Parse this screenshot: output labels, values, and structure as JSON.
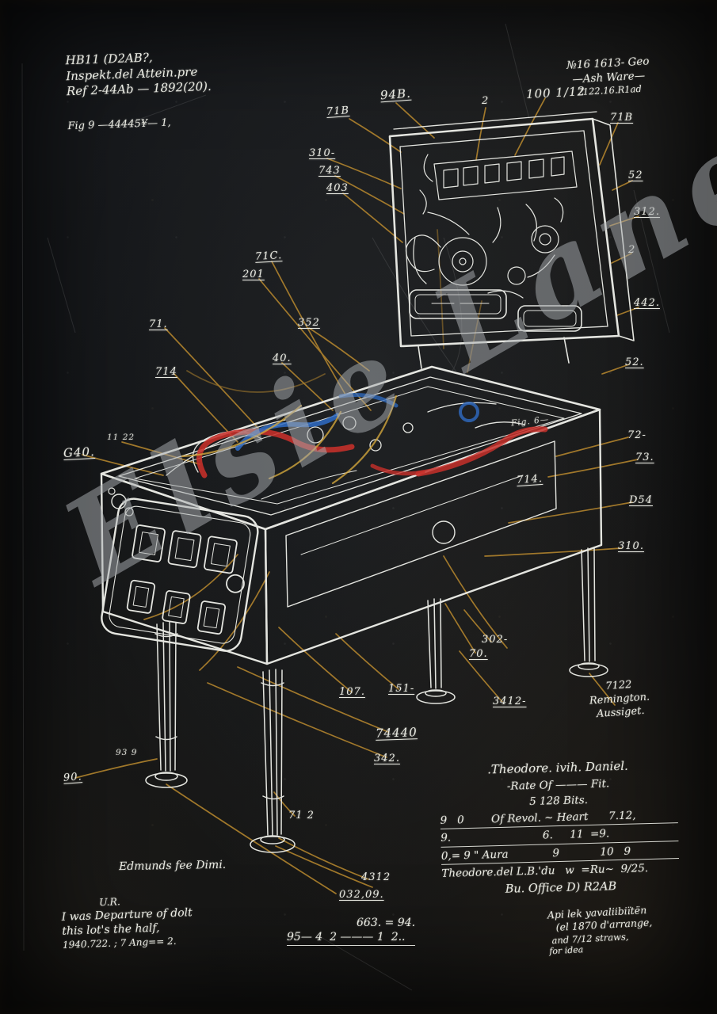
{
  "poster": {
    "title": "Pinball machine patent drawing",
    "watermark": "Elsie Lane",
    "colors": {
      "background": "#14161a",
      "ink": "#edeee8",
      "leader_gold": "#b9892e",
      "accent_red": "#c7302a",
      "accent_blue": "#2f6cc4",
      "accent_yellow": "#d2a63c",
      "watermark_gray": "#a8adb0"
    }
  },
  "blocks": {
    "top_left": {
      "l1": "HB11 (D2AB?,",
      "l2": "Inspekt.del Attein.pre",
      "l3": "Ref 2-44Ab — 1892(20).",
      "fig": "Fig 9 —44445¥— 1,"
    },
    "top_right": {
      "l1": "№16 1613- Geo",
      "l2": "—Ash Ware—",
      "l3": "7122.16.R1ad"
    },
    "mid_right": {
      "l1": "7122",
      "l2": "Remington.",
      "l3": "Aussiget."
    },
    "signature": {
      "l1": ".Theodore. ivih. Daniel.",
      "l2": "-Rate Of ——— Fit.",
      "l3": "5 128 Bits.",
      "l4": "9   0        Of Revol. ~ Heart      7.12,",
      "l5": "9.                           6.     11  =9.",
      "l6": "0,= 9 \" Aura             9            10   9",
      "l7": "Theodore.del L.B.'du   w  =Ru~  9/25.",
      "l8": "Bu. Office D) R2AB"
    },
    "bottom_left": {
      "small": "U.R.",
      "l1": "I was Departure of dolt",
      "l2": "this lot's the half,",
      "l3": "1940.722. ; 7 Ang== 2."
    },
    "bottom_center": {
      "l1": "663. = 94.",
      "l2": "95— 4  2 ——— 1  2.."
    },
    "bottom_right": {
      "l1": "Api lek yavaliibiïtën",
      "l2": "(el 1870 d'arrange,",
      "l3": "and 7/12 straws,",
      "l4": "for idea"
    },
    "left_caption": "Edmunds fee Dimi."
  },
  "callouts": [
    "94B.",
    "2",
    "100 1/12",
    "71B",
    "71B",
    "310-",
    "743",
    "403",
    "52",
    "312.",
    "2",
    "442.",
    "52.",
    "71C.",
    "201",
    "71.",
    "352",
    "40.",
    "714",
    "11 22",
    "G40.",
    "72-",
    "73.",
    "D54",
    "310.",
    "Fig. 6—",
    "714.",
    "70.",
    "107.",
    "151-",
    "3412-",
    "74440",
    "342.",
    "93 9",
    "90.",
    "71 2",
    "4312",
    "032,09.",
    "302-"
  ]
}
